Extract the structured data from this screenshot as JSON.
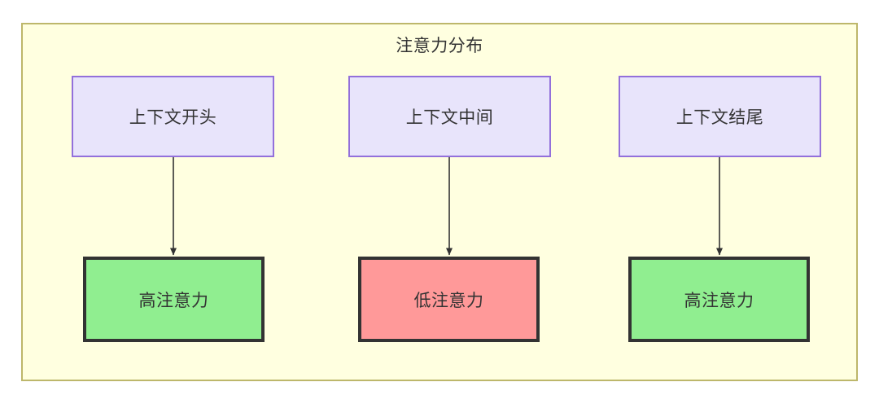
{
  "diagram": {
    "title": "注意力分布",
    "background_color": "#ffffe0",
    "border_color": "#bdb76b",
    "type": "flowchart",
    "direction": "top-down",
    "columns": [
      {
        "id": "col1",
        "source": {
          "label": "上下文开头",
          "fill": "#e8e4fb",
          "stroke": "#9370db"
        },
        "target": {
          "label": "高注意力",
          "fill": "#90ee90",
          "stroke": "#333333",
          "level": "high"
        },
        "edge": {
          "label": "",
          "color": "#333333",
          "arrowhead": "solid-triangle"
        }
      },
      {
        "id": "col2",
        "source": {
          "label": "上下文中间",
          "fill": "#e8e4fb",
          "stroke": "#9370db"
        },
        "target": {
          "label": "低注意力",
          "fill": "#ff9999",
          "stroke": "#333333",
          "level": "low"
        },
        "edge": {
          "label": "",
          "color": "#333333",
          "arrowhead": "solid-triangle"
        }
      },
      {
        "id": "col3",
        "source": {
          "label": "上下文结尾",
          "fill": "#e8e4fb",
          "stroke": "#9370db"
        },
        "target": {
          "label": "高注意力",
          "fill": "#90ee90",
          "stroke": "#333333",
          "level": "high"
        },
        "edge": {
          "label": "",
          "color": "#333333",
          "arrowhead": "solid-triangle"
        }
      }
    ]
  }
}
